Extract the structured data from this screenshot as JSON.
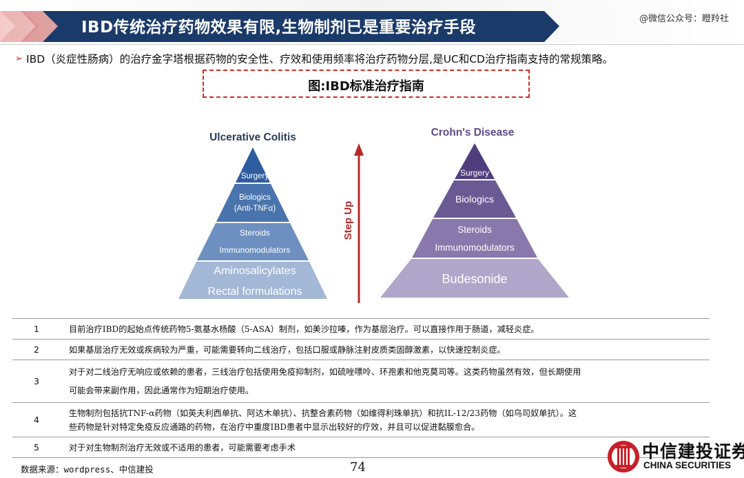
{
  "header": {
    "title": "IBD传统治疗药物效果有限,生物制剂已是重要治疗手段",
    "wechat": "@微信公众号：瞪羚社",
    "banner_color": "#1a3a6a"
  },
  "bullet": {
    "text": "IBD（炎症性肠病）的治疗金字塔根据药物的安全性、疗效和使用频率将治疗药物分层,是UC和CD治疗指南支持的常规策略。"
  },
  "figure": {
    "caption": "图:IBD标准治疗指南",
    "ulcerative_colitis": {
      "title": "Ulcerative Colitis",
      "tiers": [
        {
          "lines": [
            "Surgery"
          ]
        },
        {
          "lines": [
            "Biologics",
            "(Anti-TNFα)"
          ]
        },
        {
          "lines": [
            "Steroids",
            "Immunomodulators"
          ]
        },
        {
          "lines": [
            "Aminosalicylates",
            "Rectal formulations"
          ]
        }
      ]
    },
    "step_up": "Step Up",
    "crohns_disease": {
      "title": "Crohn's Disease",
      "tiers": [
        {
          "lines": [
            "Surgery"
          ]
        },
        {
          "lines": [
            "Biologics"
          ]
        },
        {
          "lines": [
            "Steroids",
            "Immunomodulators"
          ]
        },
        {
          "lines": [
            "Budesonide"
          ]
        }
      ]
    },
    "colors": {
      "uc_tiers": [
        "#2e5d9f",
        "#4a74ad",
        "#6d90c0",
        "#a3b7d6"
      ],
      "cd_tiers": [
        "#4f3e7e",
        "#6a5a94",
        "#8878ab",
        "#b0a6c9"
      ],
      "arrow": "#b52a2a"
    }
  },
  "table": {
    "rows": [
      {
        "num": "1",
        "lines": [
          "目前治疗IBD的起始点传统药物5-氨基水杨酸（5-ASA）制剂，如美沙拉嗪，作为基层治疗。可以直接作用于肠道，减轻炎症。"
        ]
      },
      {
        "num": "2",
        "lines": [
          "如果基层治疗无效或疾病较为严重，可能需要转向二线治疗，包括口服或静脉注射皮质类固醇激素，以快速控制炎症。"
        ]
      },
      {
        "num": "3",
        "lines": [
          "对于对二线治疗无响应或依赖的患者，三线治疗包括使用免疫抑制剂，如硫唑嘌呤、环孢素和他克莫司等。这类药物虽然有效，但长期使用",
          "可能会带来副作用，因此通常作为短期治疗使用。"
        ]
      },
      {
        "num": "4",
        "lines": [
          "生物制剂包括抗TNF-α药物（如英夫利西单抗、阿达木单抗）、抗整合素药物（如维得利珠单抗）和抗IL-12/23药物（如乌司奴单抗）。这",
          "些药物是针对特定免疫反应通路的药物，在治疗中重度IBD患者中显示出较好的疗效，并且可以促进黏膜愈合。"
        ]
      },
      {
        "num": "5",
        "lines": [
          "对于对生物制剂治疗无效或不适用的患者，可能需要考虑手术"
        ]
      }
    ]
  },
  "footer": {
    "source": "数据来源：wordpress、中信建投",
    "page": "74",
    "logo_cn": "中信建投证券",
    "logo_en": "CHINA SECURITIES",
    "logo_color": "#c8202a"
  }
}
